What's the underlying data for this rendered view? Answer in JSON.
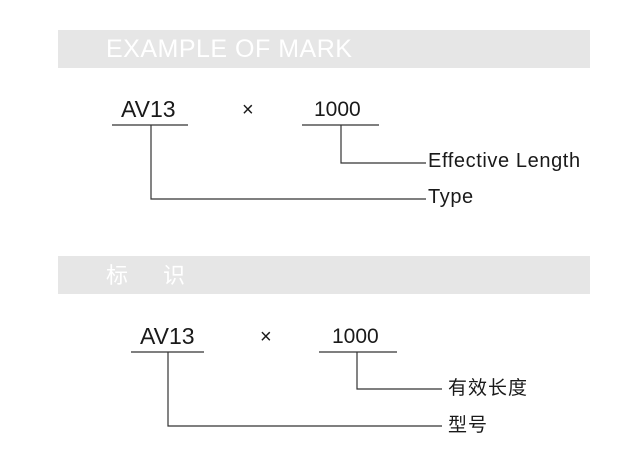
{
  "sections": [
    {
      "title": "EXAMPLE OF MARK",
      "model_code": "AV13",
      "multiply_sign": "×",
      "length_value": "1000",
      "length_label": "Effective  Length",
      "type_label": "Type"
    },
    {
      "title": "标 识",
      "model_code": "AV13",
      "multiply_sign": "×",
      "length_value": "1000",
      "length_label": "有效长度",
      "type_label": "型号"
    }
  ]
}
